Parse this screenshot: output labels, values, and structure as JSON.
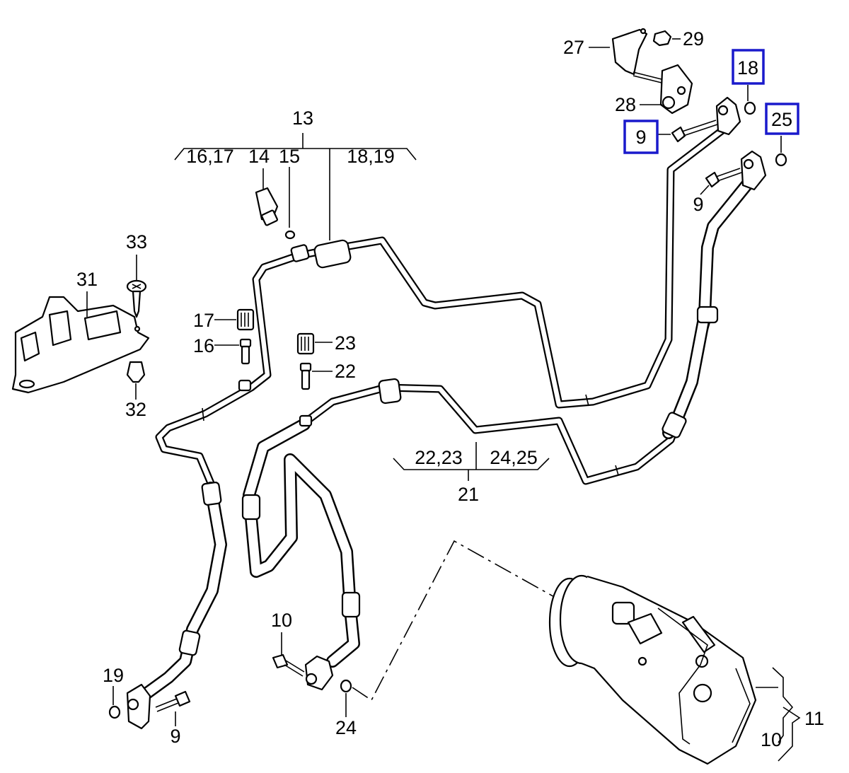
{
  "diagram": {
    "highlight_color": "#1a1acc",
    "callouts": {
      "c13": "13",
      "c16_17": "16,17",
      "c14": "14",
      "c15": "15",
      "c18_19": "18,19",
      "c27": "27",
      "c29": "29",
      "c18": "18",
      "c28": "28",
      "c9a": "9",
      "c25": "25",
      "c9b": "9",
      "c33": "33",
      "c31": "31",
      "c32": "32",
      "c17": "17",
      "c16": "16",
      "c23": "23",
      "c22": "22",
      "c22_23": "22,23",
      "c24_25": "24,25",
      "c21": "21",
      "c10a": "10",
      "c19": "19",
      "c9c": "9",
      "c24": "24",
      "c11": "11",
      "c10b": "10"
    },
    "highlighted": [
      "18",
      "9",
      "25"
    ]
  }
}
